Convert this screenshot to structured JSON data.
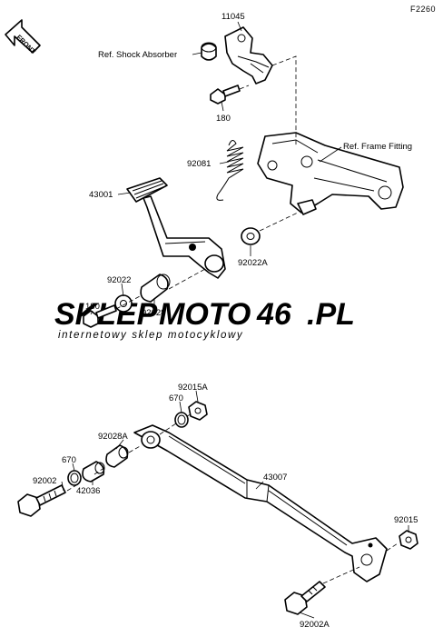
{
  "diagram_code": "F2260",
  "front_label": "FRONT",
  "watermark": {
    "brand_left": "SKLEP",
    "brand_mid": "MOTO",
    "brand_num": "46",
    "brand_tld": ".PL",
    "tagline": "internetowy sklep motocyklowy"
  },
  "labels": {
    "p11045": "11045",
    "ref_shock": "Ref. Shock Absorber",
    "p180_top": "180",
    "p92081": "92081",
    "ref_frame": "Ref. Frame Fitting",
    "p43001": "43001",
    "p92022A": "92022A",
    "p92022": "92022",
    "p180_mid": "180",
    "p92028": "92028",
    "p92015A": "92015A",
    "p670_top": "670",
    "p92028A": "92028A",
    "p43007": "43007",
    "p670_left": "670",
    "p92002": "92002",
    "p42036": "42036",
    "p92015": "92015",
    "p92002A": "92002A"
  },
  "colors": {
    "ink": "#000000",
    "watermark_grey": "#d6d6d6",
    "watermark_red": "#f2c4c4"
  }
}
